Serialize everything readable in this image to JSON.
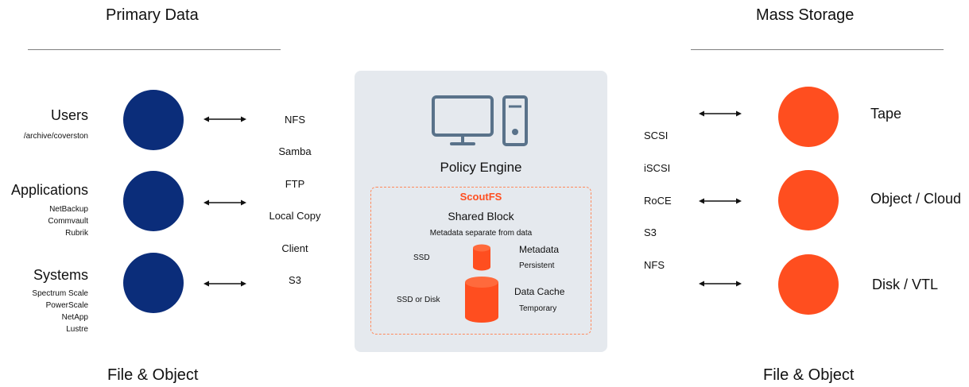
{
  "headings": {
    "primary": "Primary Data",
    "mass": "Mass Storage",
    "file_left": "File & Object",
    "file_right": "File & Object"
  },
  "left_groups": [
    {
      "title": "Users",
      "items": [
        "/archive/coverston"
      ]
    },
    {
      "title": "Applications",
      "items": [
        "NetBackup",
        "Commvault",
        "Rubrik"
      ]
    },
    {
      "title": "Systems",
      "items": [
        "Spectrum Scale",
        "PowerScale",
        "NetApp",
        "Lustre"
      ]
    }
  ],
  "left_protocols": [
    "NFS",
    "Samba",
    "FTP",
    "Local Copy",
    "Client",
    "S3"
  ],
  "engine": {
    "title": "Policy Engine",
    "scoutfs": {
      "name": "ScoutFS",
      "shared_block": "Shared Block",
      "subtitle": "Metadata separate from data",
      "metadata_tier": {
        "media": "SSD",
        "label": "Metadata",
        "note": "Persistent"
      },
      "cache_tier": {
        "media": "SSD or Disk",
        "label": "Data Cache",
        "note": "Temporary"
      }
    }
  },
  "right_protocols": [
    "SCSI",
    "iSCSI",
    "RoCE",
    "S3",
    "NFS"
  ],
  "right_targets": [
    "Tape",
    "Object / Cloud",
    "Disk / VTL"
  ],
  "colors": {
    "navy": "#0b2d7a",
    "orange": "#ff4e1f",
    "panel": "#e5e9ee",
    "dash": "#ff8a5c",
    "icon": "#59728a"
  }
}
